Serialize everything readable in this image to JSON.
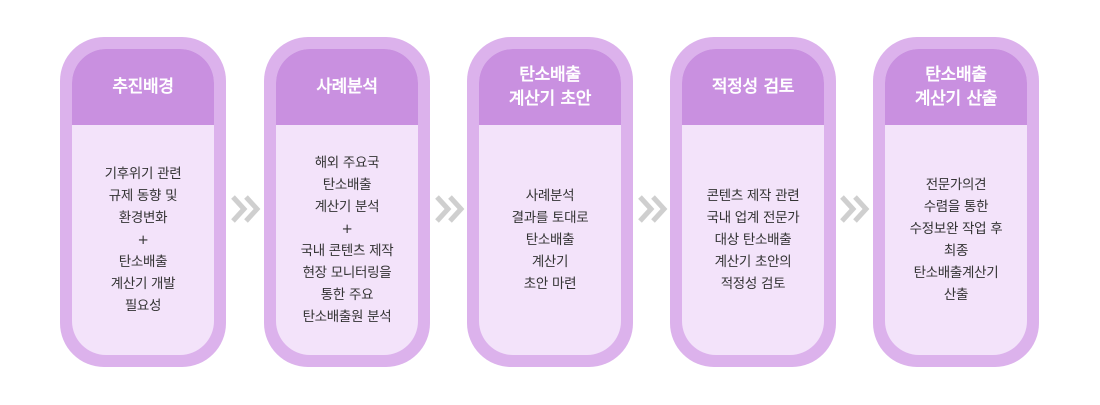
{
  "steps": [
    {
      "title": "추진배경",
      "body": "기후위기 관련\n규제 동향 및\n환경변화\n+\n탄소배출\n계산기 개발\n필요성"
    },
    {
      "title": "사례분석",
      "body": "해외 주요국\n탄소배출\n계산기 분석\n+\n국내 콘텐츠 제작\n현장 모니터링을\n통한 주요\n탄소배출원 분석"
    },
    {
      "title": "탄소배출\n계산기 초안",
      "body": "사례분석\n결과를 토대로\n탄소배출\n계산기\n초안 마련"
    },
    {
      "title": "적정성 검토",
      "body": "콘텐츠 제작 관련\n국내 업계 전문가\n대상  탄소배출\n계산기 초안의\n적정성 검토"
    },
    {
      "title": "탄소배출\n계산기 산출",
      "body": "전문가의견\n수렴을 통한\n수정보완 작업 후\n최종\n탄소배출계산기\n산출"
    }
  ],
  "arrow_icon": "double-chevron-right",
  "colors": {
    "card_outer": "#dcb2ec",
    "card_inner": "#f3e3fa",
    "card_header": "#c990e0",
    "arrow": "#cfcfcf"
  }
}
